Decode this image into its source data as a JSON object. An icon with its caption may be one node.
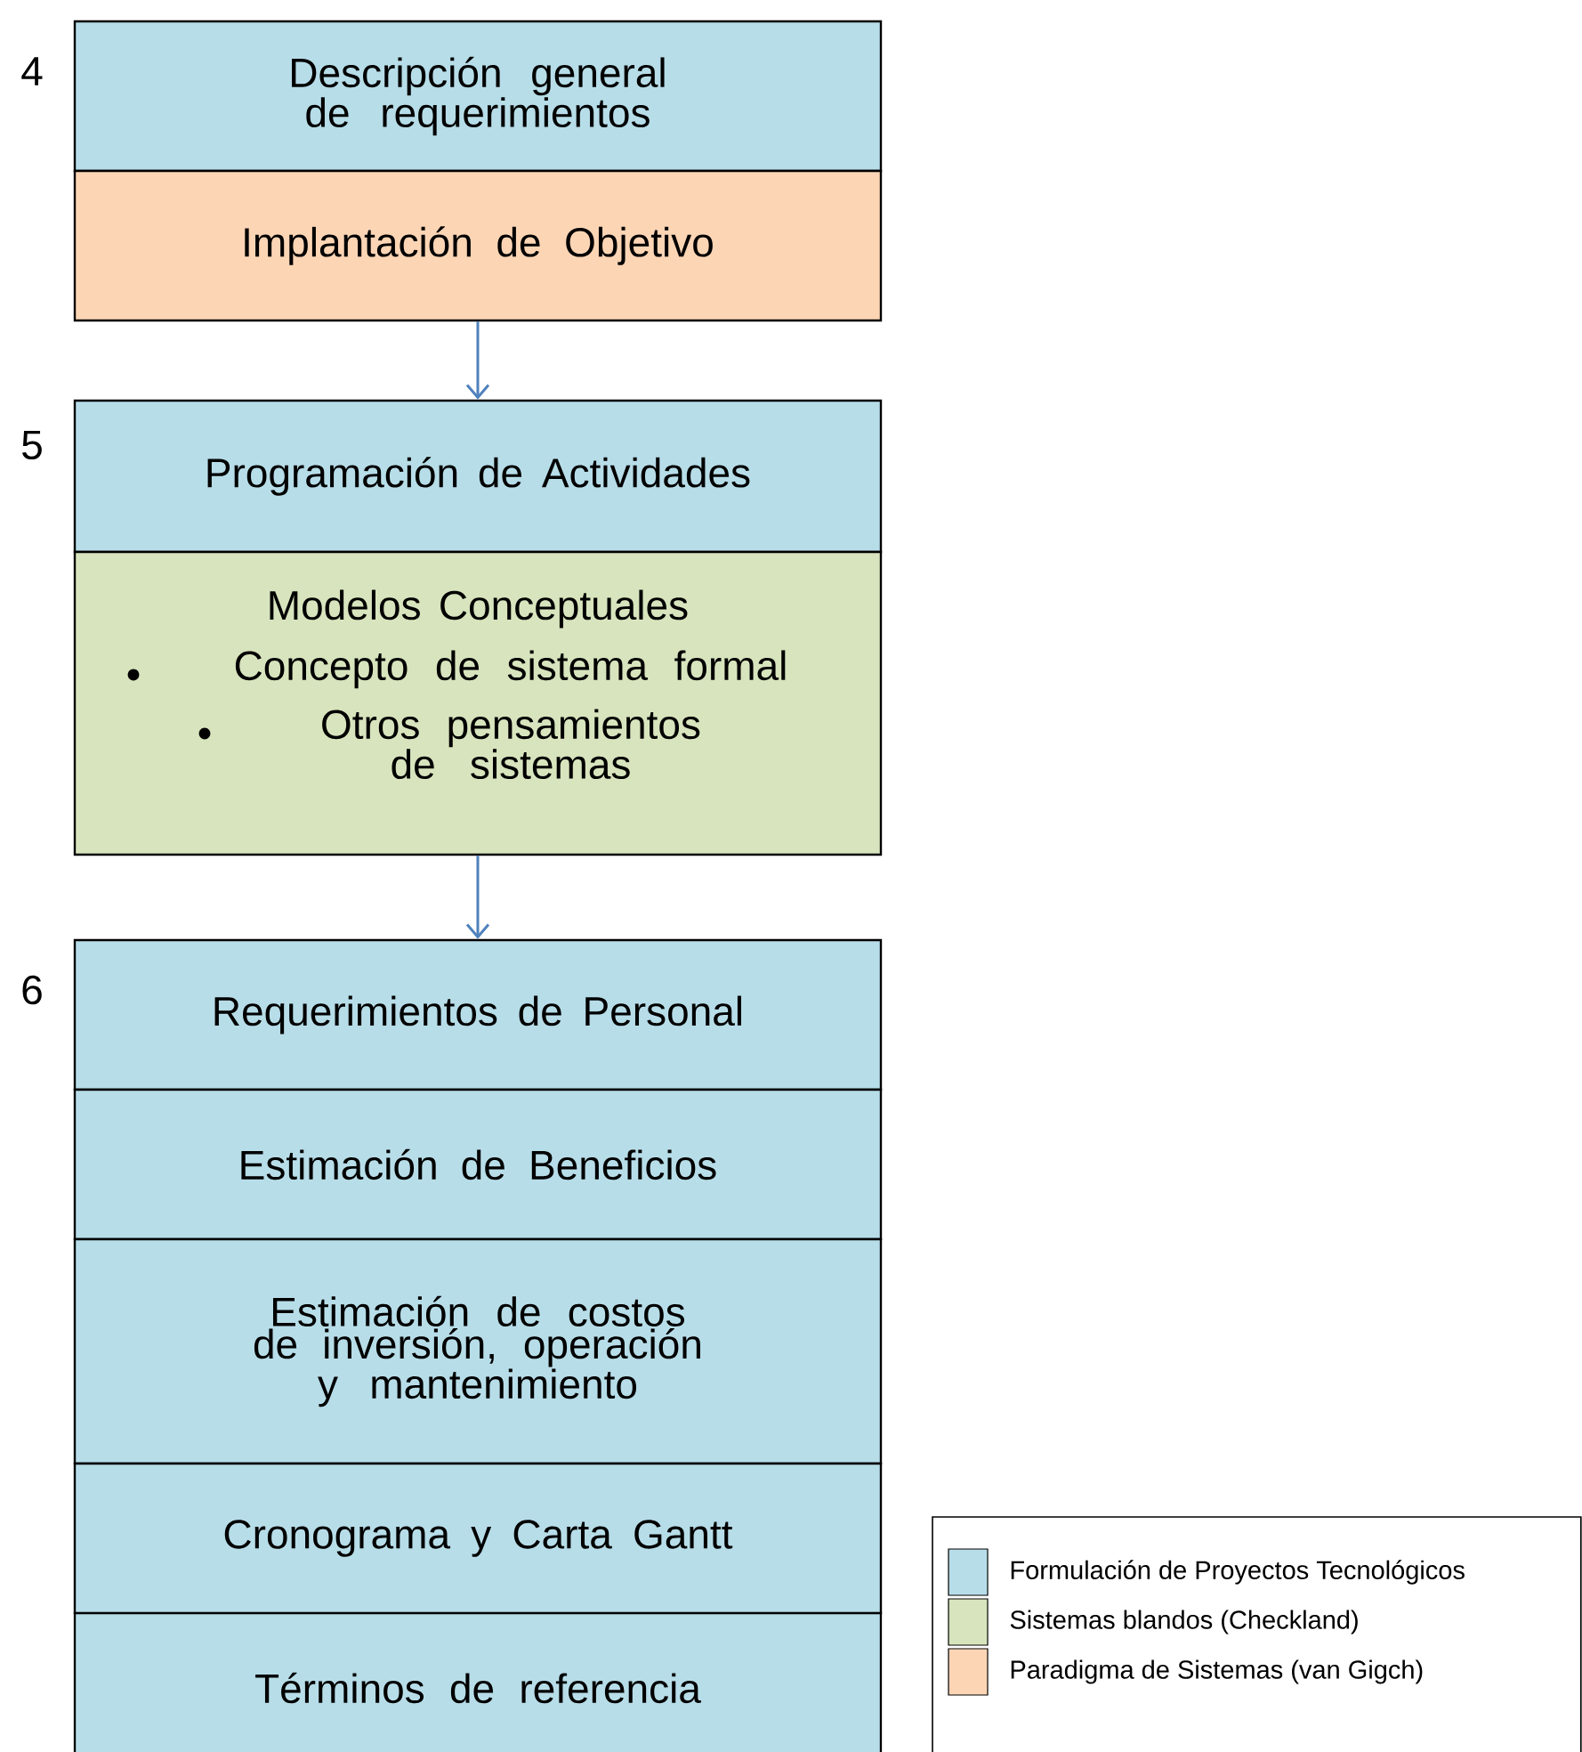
{
  "diagram": {
    "nodes": [
      {
        "text": [
          "Descripción general de requerimientos"
        ]
      },
      {
        "text": [
          "Implantación de Objetivo"
        ]
      },
      {
        "text": [
          "Programación de Actividades"
        ]
      },
      {
        "text": [
          "Modelos Conceptuales",
          "Concepto de sistema formal",
          "Otros pensamientos de sistemas"
        ]
      },
      {
        "text": [
          "Requerimientos de Personal"
        ]
      },
      {
        "text": [
          "Estimación de Beneficios"
        ]
      },
      {
        "text": [
          "Estimación de costos de inversión, operación y mantenimiento"
        ]
      },
      {
        "text": [
          "Cronograma y Carta Gantt"
        ]
      },
      {
        "text": [
          "Términos de referencia"
        ]
      }
    ],
    "edges": [
      {
        "from": 1,
        "to": 2,
        "arrow": "to"
      },
      {
        "from": 3,
        "to": 4,
        "arrow": "to"
      }
    ],
    "labels": [
      "4",
      "5",
      "6"
    ],
    "legend": [
      {
        "text": "Formulación de Proyectos Tecnológicos",
        "color": "#b7dde8"
      },
      {
        "text": "Sistemas blandos (Checkland)",
        "color": "#d7e4bd"
      },
      {
        "text": "Paradigma de Sistemas (van Gigch)",
        "color": "#fcd5b5"
      }
    ]
  }
}
